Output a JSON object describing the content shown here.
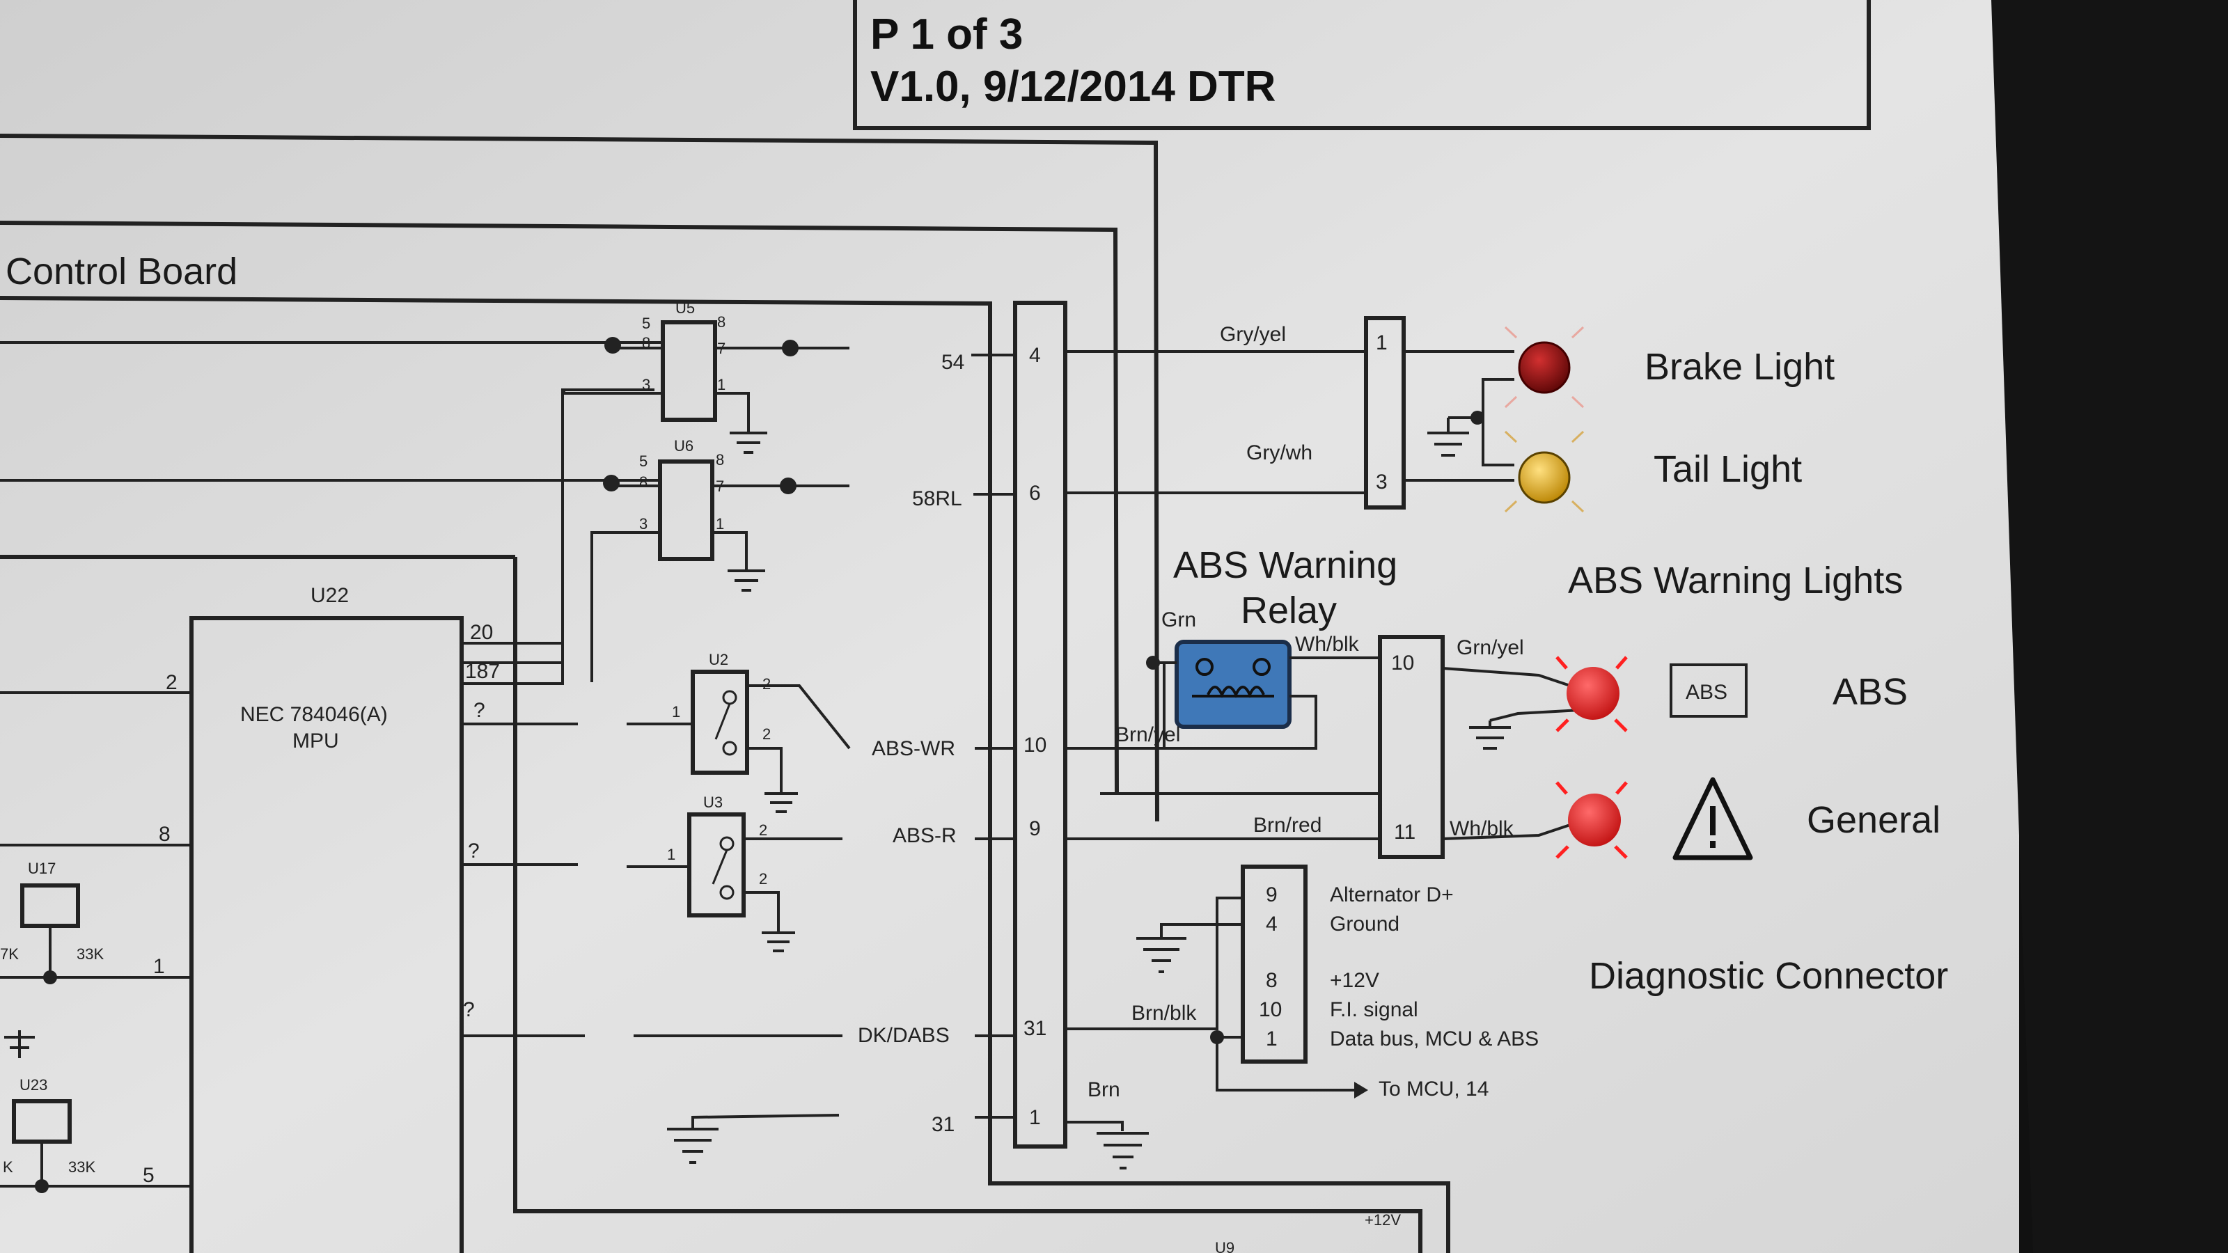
{
  "title_block": {
    "line1": "P 1 of 3",
    "line2": "V1.0, 9/12/2014 DTR"
  },
  "control_board": {
    "label": "Control Board"
  },
  "ics": {
    "u5": "U5",
    "u6": "U6",
    "u22": "U22",
    "u2": "U2",
    "u3": "U3",
    "u17": "U17",
    "u23": "U23",
    "u9": "U9",
    "mpu_line1": "NEC 784046(A)",
    "mpu_line2": "MPU"
  },
  "pins": {
    "p54": "54",
    "p58rl": "58RL",
    "p20": "20",
    "p187": "187",
    "p2": "2",
    "p8": "8",
    "p1": "1",
    "p5": "5",
    "q1": "?",
    "q2": "?",
    "q3": "?",
    "p31": "31",
    "u5_5": "5",
    "u5_8a": "8",
    "u5_7": "7",
    "u5_3": "3",
    "u5_1": "1",
    "u5_8b": "8",
    "u6_5": "5",
    "u6_8a": "8",
    "u6_7": "7",
    "u6_3": "3",
    "u6_1": "1",
    "u6_8b": "8",
    "u2_1": "1",
    "u2_2a": "2",
    "u2_2b": "2",
    "u3_1": "1",
    "u3_2a": "2",
    "u3_2b": "2"
  },
  "signals": {
    "abs_wr": "ABS-WR",
    "abs_r": "ABS-R",
    "dk_dabs": "DK/DABS",
    "plus12v": "+12V"
  },
  "resistors": {
    "r7k": "7K",
    "r33k_a": "33K",
    "r1k": "K",
    "r33k_b": "33K"
  },
  "connector_main": {
    "pins": [
      "4",
      "6",
      "10",
      "9",
      "31",
      "1"
    ]
  },
  "connector_lights": {
    "pins": [
      "1",
      "3"
    ]
  },
  "connector_warning": {
    "pins": [
      "10",
      "11"
    ]
  },
  "diag_connector": {
    "title": "Diagnostic Connector",
    "rows": [
      {
        "pin": "9",
        "desc": "Alternator D+"
      },
      {
        "pin": "4",
        "desc": "Ground"
      },
      {
        "pin": "8",
        "desc": "+12V"
      },
      {
        "pin": "10",
        "desc": "F.I. signal"
      },
      {
        "pin": "1",
        "desc": "Data bus, MCU & ABS"
      }
    ],
    "to_mcu": "To MCU, 14"
  },
  "wires": {
    "gry_yel": "Gry/yel",
    "gry_wh": "Gry/wh",
    "grn": "Grn",
    "wh_blk_relay": "Wh/blk",
    "brn_yel": "Brn/yel",
    "grn_yel": "Grn/yel",
    "brn_red": "Brn/red",
    "wh_blk": "Wh/blk",
    "brn_blk": "Brn/blk",
    "brn": "Brn"
  },
  "relay": {
    "line1": "ABS Warning",
    "line2": "Relay"
  },
  "lights": {
    "brake": "Brake Light",
    "tail": "Tail Light",
    "warning_title": "ABS Warning Lights",
    "abs": "ABS",
    "abs_badge": "ABS",
    "general": "General"
  },
  "colors": {
    "paper": "#dcdcdc",
    "ink": "#1e1e1e",
    "relay_blue": "#3f78b8",
    "brake_red": "#8b0f10",
    "tail_yellow": "#d9a520",
    "warn_red": "#e42b2b"
  }
}
